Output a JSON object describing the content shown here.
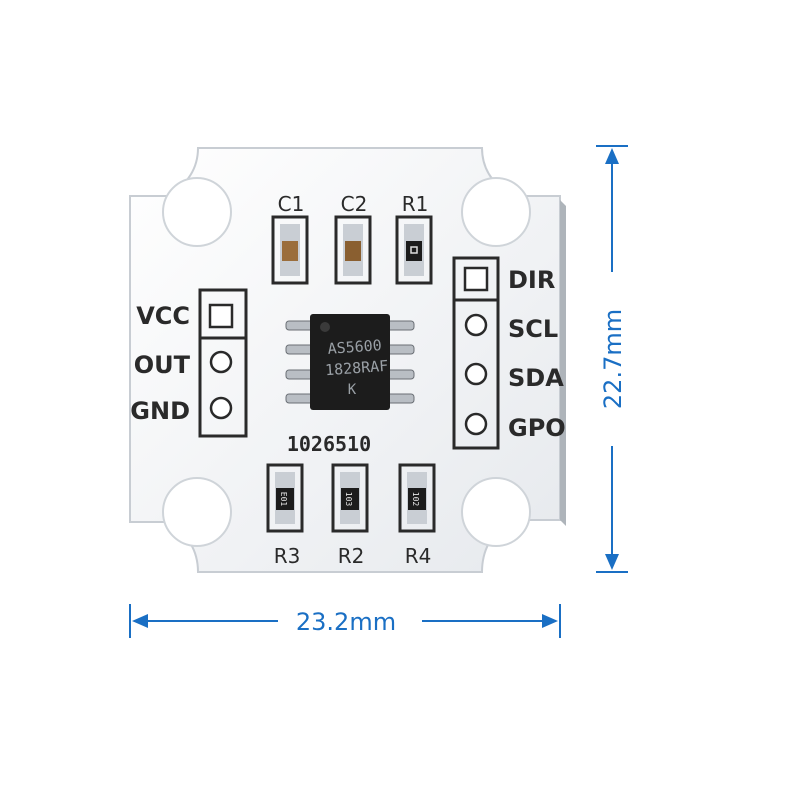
{
  "board": {
    "chip": {
      "line1": "AS5600",
      "line2": "1828RAF",
      "line3": "K"
    },
    "board_code": "1026510",
    "top_components": [
      "C1",
      "C2",
      "R1"
    ],
    "bottom_components": [
      "R3",
      "R2",
      "R4"
    ],
    "resistor_codes": {
      "r3": "E01",
      "r2": "103",
      "r4": "102"
    },
    "left_pins": [
      "VCC",
      "OUT",
      "GND"
    ],
    "right_pins": [
      "DIR",
      "SCL",
      "SDA",
      "GPO"
    ]
  },
  "dimensions": {
    "width_label": "23.2mm",
    "height_label": "22.7mm",
    "color": "#1a6fc4"
  },
  "colors": {
    "board": "#eef1f4",
    "silkscreen": "#2a2a2a",
    "chip": "#1c1c1c",
    "pad": "#c9ced4"
  }
}
